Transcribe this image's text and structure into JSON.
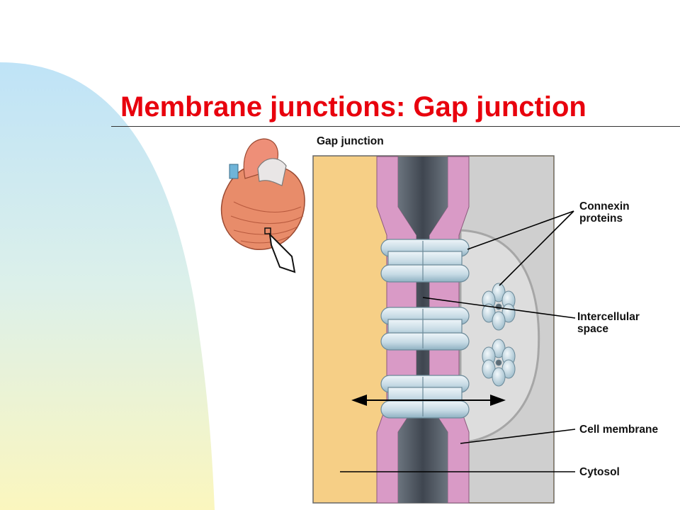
{
  "slide": {
    "title": "Membrane junctions: Gap junction"
  },
  "diagram": {
    "heading": "Gap junction",
    "labels": {
      "connexin_line1": "Connexin",
      "connexin_line2": "proteins",
      "intercellular_line1": "Intercellular",
      "intercellular_line2": "space",
      "cell_membrane": "Cell membrane",
      "cytosol": "Cytosol"
    },
    "colors": {
      "title": "#e8000d",
      "left_cytosol": "#f6cf86",
      "right_cytosol": "#cfcfcf",
      "membrane": "#d99ac6",
      "channel": "#58606a",
      "connexin": "#c9dce6"
    }
  }
}
